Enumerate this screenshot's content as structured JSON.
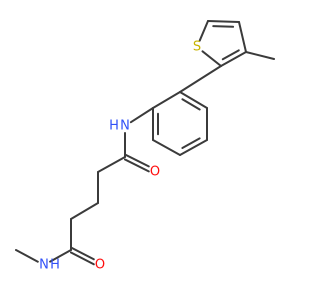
{
  "colors": {
    "background": "#ffffff",
    "bond": "#3b3b3b",
    "nitrogen": "#3050f8",
    "oxygen": "#ff0d0d",
    "sulfur": "#c8b400"
  },
  "atoms": {
    "sulfur": "S",
    "amide_n_upper": "N",
    "amide_h_upper": "H",
    "carbonyl_o_upper": "O",
    "amide_n_lower": "N",
    "amide_h_lower": "H",
    "carbonyl_o_lower": "O"
  }
}
